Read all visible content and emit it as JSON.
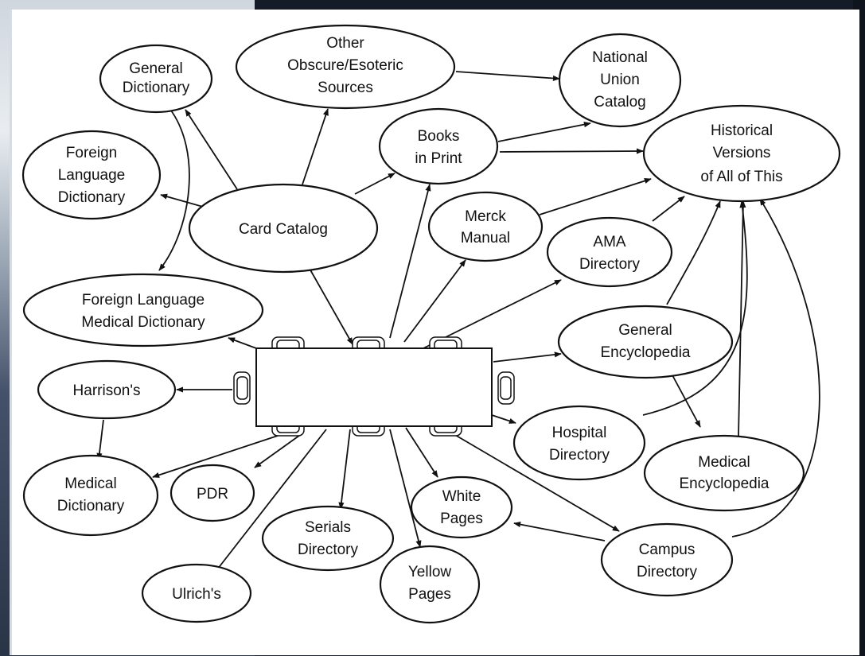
{
  "nodes": {
    "general_dictionary": [
      "General",
      "Dictionary"
    ],
    "other_sources": [
      "Other",
      "Obscure/Esoteric",
      "Sources"
    ],
    "national_union_catalog": [
      "National",
      "Union",
      "Catalog"
    ],
    "foreign_language_dictionary": [
      "Foreign",
      "Language",
      "Dictionary"
    ],
    "books_in_print": [
      "Books",
      "in Print"
    ],
    "historical_versions": [
      "Historical",
      "Versions",
      "of All of This"
    ],
    "card_catalog": [
      "Card Catalog"
    ],
    "merck_manual": [
      "Merck",
      "Manual"
    ],
    "ama_directory": [
      "AMA",
      "Directory"
    ],
    "foreign_language_medical_dictionary": [
      "Foreign Language",
      "Medical Dictionary"
    ],
    "general_encyclopedia": [
      "General",
      "Encyclopedia"
    ],
    "harrisons": [
      "Harrison's"
    ],
    "hospital_directory": [
      "Hospital",
      "Directory"
    ],
    "medical_encyclopedia": [
      "Medical",
      "Encyclopedia"
    ],
    "medical_dictionary": [
      "Medical",
      "Dictionary"
    ],
    "pdr": [
      "PDR"
    ],
    "white_pages": [
      "White",
      "Pages"
    ],
    "serials_directory": [
      "Serials",
      "Directory"
    ],
    "campus_directory": [
      "Campus",
      "Directory"
    ],
    "yellow_pages": [
      "Yellow",
      "Pages"
    ],
    "ulrichs": [
      "Ulrich's"
    ]
  }
}
